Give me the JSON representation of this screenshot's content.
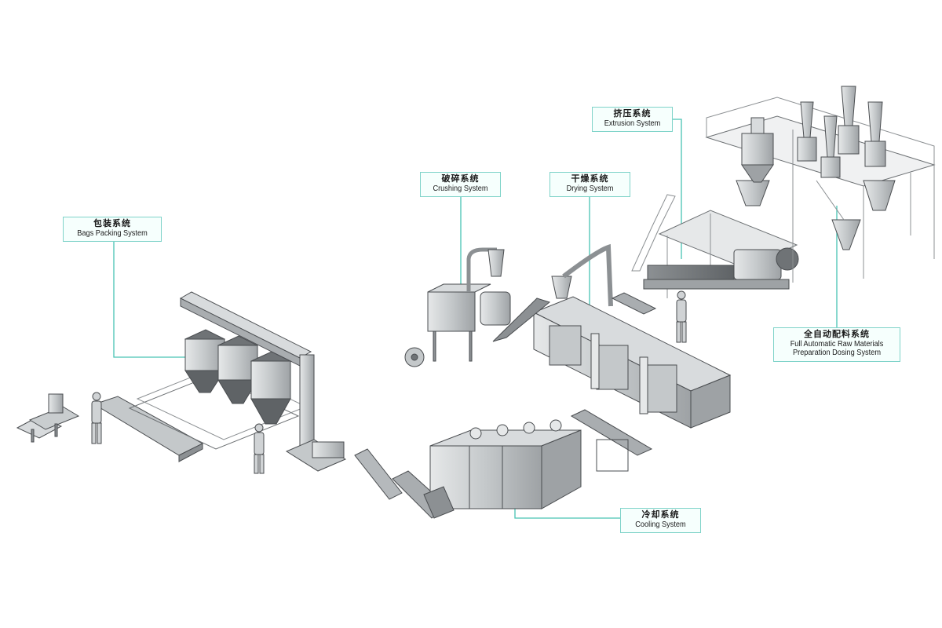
{
  "callouts": {
    "packing": {
      "cn": "包装系统",
      "en": "Bags Packing System"
    },
    "crushing": {
      "cn": "破碎系统",
      "en": "Crushing System"
    },
    "drying": {
      "cn": "干燥系统",
      "en": "Drying System"
    },
    "extrusion": {
      "cn": "挤压系统",
      "en": "Extrusion System"
    },
    "dosing": {
      "cn": "全自动配料系统",
      "en_line1": "Full Automatic Raw Materials",
      "en_line2": "Preparation Dosing System"
    },
    "cooling": {
      "cn": "冷却系统",
      "en": "Cooling System"
    }
  },
  "colors": {
    "leader": "#49c3b4",
    "callout_border": "#7fd3c9",
    "machine_light": "#cfd2d4",
    "machine_mid": "#a9adb0",
    "machine_dark": "#7f8387",
    "outline": "#4a4d50"
  }
}
